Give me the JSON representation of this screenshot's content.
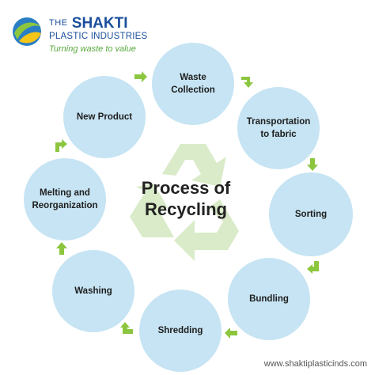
{
  "logo": {
    "prefix": "THE",
    "brand": "SHAKTI",
    "line2": "PLASTIC INDUSTRIES",
    "tagline": "Turning waste to value"
  },
  "title_line1": "Process of",
  "title_line2": "Recycling",
  "stages": {
    "waste_collection": "Waste Collection",
    "transportation": "Transportation to fabric",
    "sorting": "Sorting",
    "bundling": "Bundling",
    "shredding": "Shredding",
    "washing": "Washing",
    "melting": "Melting and Reorganization",
    "new_product": "New Product"
  },
  "website": "www.shaktiplasticinds.com",
  "colors": {
    "circle": "#c6e4f3",
    "arrow": "#8cc63f",
    "recycle_symbol": "#d9ebc8",
    "brand_blue": "#1a4f9c",
    "brand_green": "#5aa93e"
  }
}
